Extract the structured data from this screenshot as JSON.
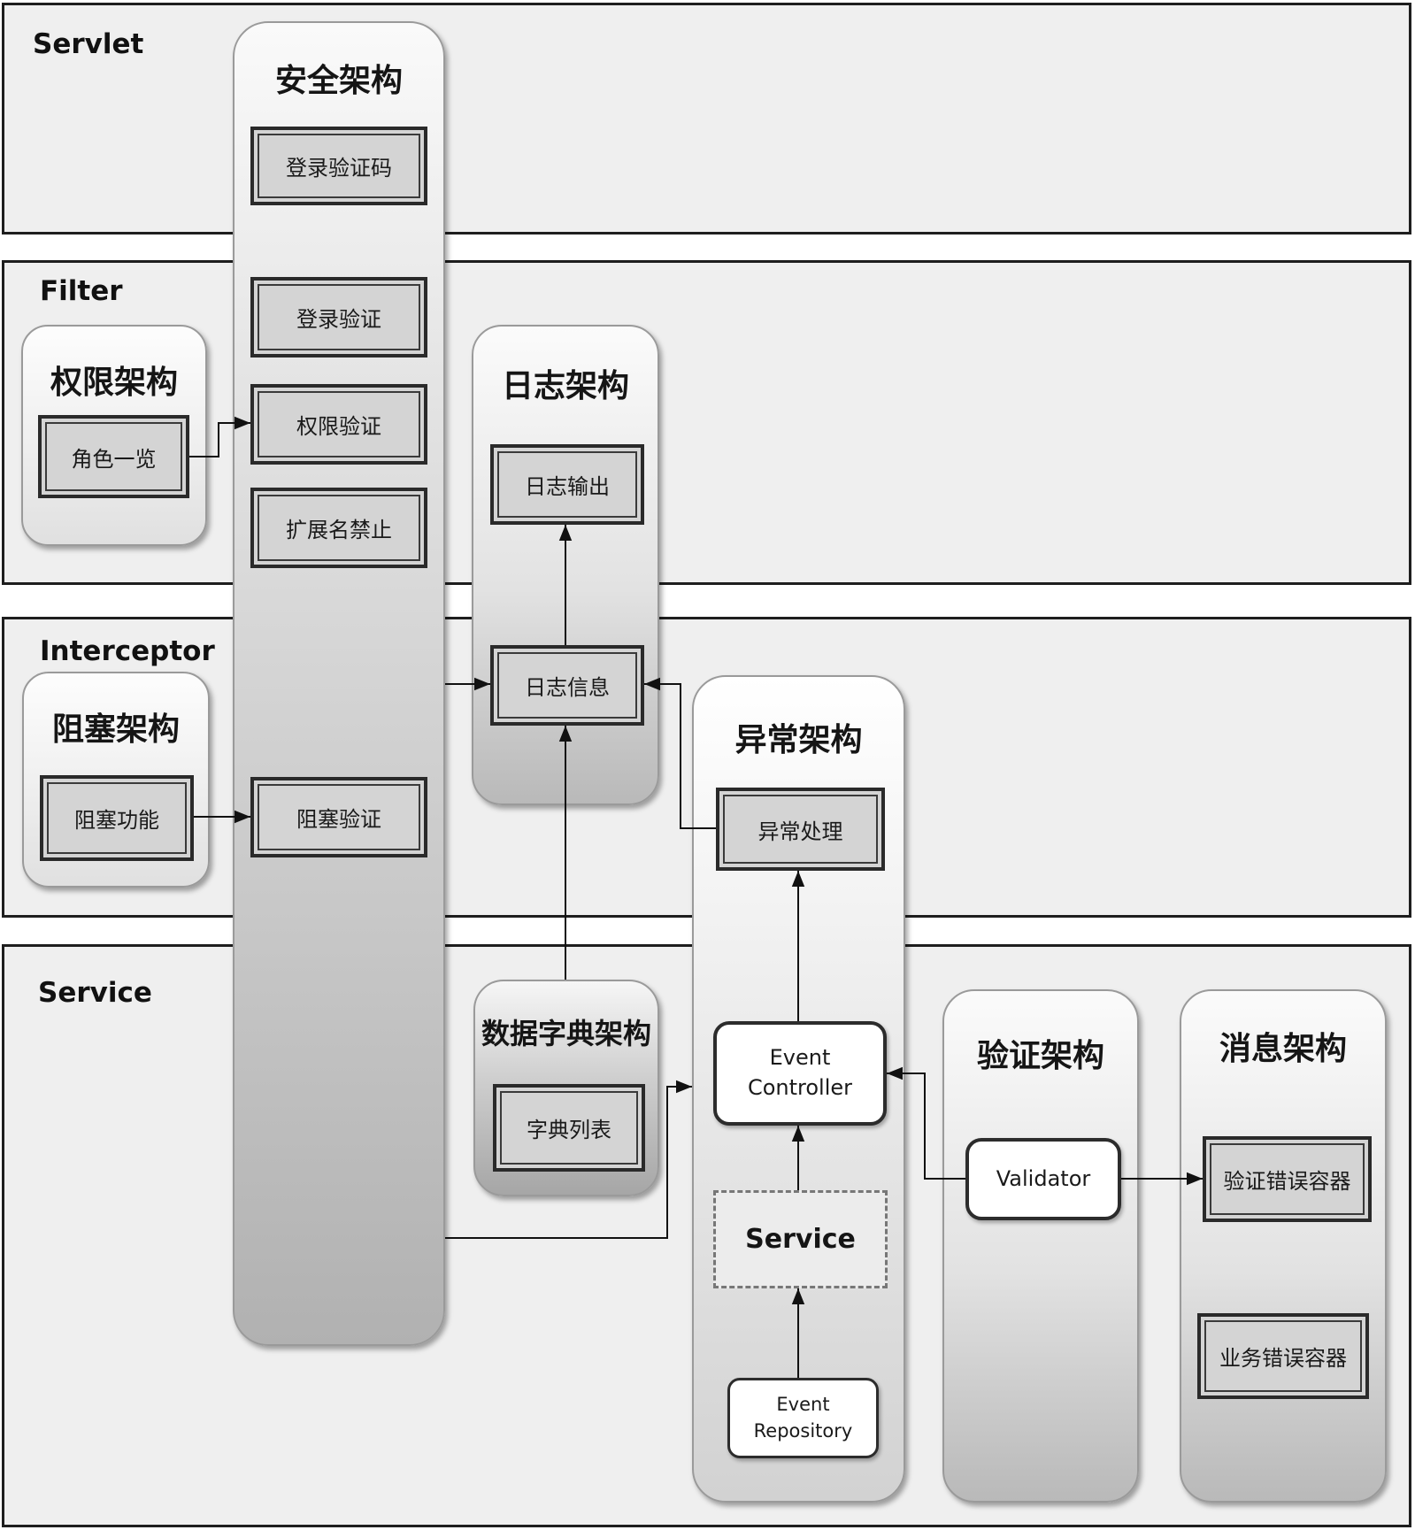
{
  "layers": {
    "servlet": "Servlet",
    "filter": "Filter",
    "interceptor": "Interceptor",
    "service": "Service"
  },
  "security": {
    "title": "安全架构",
    "login_captcha": "登录验证码",
    "login_verify": "登录验证",
    "permission_verify": "权限验证",
    "extension_block": "扩展名禁止",
    "block_verify": "阻塞验证"
  },
  "permission": {
    "title": "权限架构",
    "role_list": "角色一览"
  },
  "logging": {
    "title": "日志架构",
    "log_output": "日志输出",
    "log_info": "日志信息"
  },
  "blocking": {
    "title": "阻塞架构",
    "block_function": "阻塞功能"
  },
  "exception": {
    "title": "异常架构",
    "handling": "异常处理",
    "event_controller_line1": "Event",
    "event_controller_line2": "Controller",
    "service_box": "Service",
    "event_repository_line1": "Event",
    "event_repository_line2": "Repository"
  },
  "dictionary": {
    "title": "数据字典架构",
    "dict_list": "字典列表"
  },
  "validation": {
    "title": "验证架构",
    "validator": "Validator"
  },
  "message": {
    "title": "消息架构",
    "validation_error_container": "验证错误容器",
    "business_error_container": "业务错误容器"
  }
}
